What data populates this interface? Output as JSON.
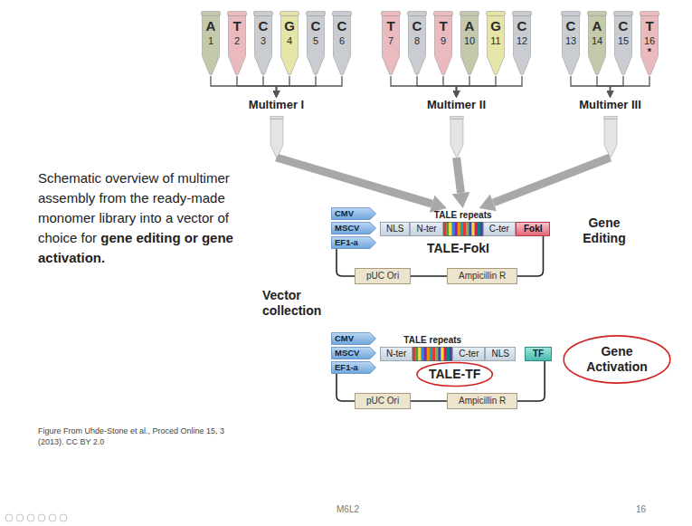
{
  "diagram": {
    "nodes": [
      {
        "text": [
          "A",
          "1"
        ]
      },
      {
        "text": [
          "T",
          "2"
        ]
      },
      {
        "text": [
          "C",
          "3"
        ]
      },
      {
        "text": [
          "G",
          "4"
        ]
      },
      {
        "text": [
          "C",
          "5"
        ]
      },
      {
        "text": [
          "C",
          "6"
        ]
      },
      {
        "text": [
          "T",
          "7"
        ]
      },
      {
        "text": [
          "C",
          "8"
        ]
      },
      {
        "text": [
          "T",
          "9"
        ]
      },
      {
        "text": [
          "A",
          "10"
        ]
      },
      {
        "text": [
          "G",
          "11"
        ]
      },
      {
        "text": [
          "C",
          "12"
        ]
      },
      {
        "text": [
          "C",
          "13"
        ]
      },
      {
        "text": [
          "A",
          "14"
        ]
      },
      {
        "text": [
          "C",
          "15"
        ]
      },
      {
        "text": [
          "T",
          "16",
          "*"
        ]
      },
      {
        "text": [
          "Multimer I"
        ]
      },
      {
        "text": [
          "Multimer II"
        ]
      },
      {
        "text": [
          "Multimer III"
        ]
      },
      {
        "text": [
          "CMV"
        ]
      },
      {
        "text": [
          "MSCV"
        ]
      },
      {
        "text": [
          "EF1-a"
        ]
      },
      {
        "text": [
          "NLS"
        ]
      },
      {
        "text": [
          "N-ter"
        ]
      },
      {
        "text": [
          "TALE repeats"
        ]
      },
      {
        "text": [
          "C-ter"
        ]
      },
      {
        "text": [
          "FokI"
        ]
      },
      {
        "text": [
          "pUC Ori"
        ]
      },
      {
        "text": [
          "Ampicillin R"
        ]
      },
      {
        "text": [
          "CMV"
        ]
      },
      {
        "text": [
          "MSCV"
        ]
      },
      {
        "text": [
          "EF1-a"
        ]
      },
      {
        "text": [
          "N-ter"
        ]
      },
      {
        "text": [
          "TALE repeats"
        ]
      },
      {
        "text": [
          "C-ter"
        ]
      },
      {
        "text": [
          "NLS"
        ]
      },
      {
        "text": [
          "TF"
        ]
      },
      {
        "text": [
          "pUC Ori"
        ]
      },
      {
        "text": [
          "Ampicillin R"
        ]
      }
    ],
    "edges": [
      {
        "from": 0,
        "to": 16,
        "arrow": "to"
      },
      {
        "from": 1,
        "to": 16,
        "arrow": "to"
      },
      {
        "from": 2,
        "to": 16,
        "arrow": "to"
      },
      {
        "from": 3,
        "to": 16,
        "arrow": "to"
      },
      {
        "from": 4,
        "to": 16,
        "arrow": "to"
      },
      {
        "from": 5,
        "to": 16,
        "arrow": "to"
      },
      {
        "from": 6,
        "to": 17,
        "arrow": "to"
      },
      {
        "from": 7,
        "to": 17,
        "arrow": "to"
      },
      {
        "from": 8,
        "to": 17,
        "arrow": "to"
      },
      {
        "from": 9,
        "to": 17,
        "arrow": "to"
      },
      {
        "from": 10,
        "to": 17,
        "arrow": "to"
      },
      {
        "from": 11,
        "to": 17,
        "arrow": "to"
      },
      {
        "from": 12,
        "to": 18,
        "arrow": "to"
      },
      {
        "from": 13,
        "to": 18,
        "arrow": "to"
      },
      {
        "from": 14,
        "to": 18,
        "arrow": "to"
      },
      {
        "from": 15,
        "to": 18,
        "arrow": "to"
      },
      {
        "from": 16,
        "to": 24,
        "arrow": "to"
      },
      {
        "from": 17,
        "to": 24,
        "arrow": "to"
      },
      {
        "from": 18,
        "to": 24,
        "arrow": "to"
      }
    ],
    "labels": [
      "Schematic overview of multimer assembly from the ready-made monomer library into a vector of choice for",
      "gene editing or gene activation.",
      "Vector collection",
      "TALE-FokI",
      "Gene Editing",
      "TALE-TF",
      "Gene Activation",
      "Figure From Uhde-Stone et al., Proced Online 15, 3 (2013). CC BY 2.0",
      "M6L2",
      "16"
    ]
  }
}
